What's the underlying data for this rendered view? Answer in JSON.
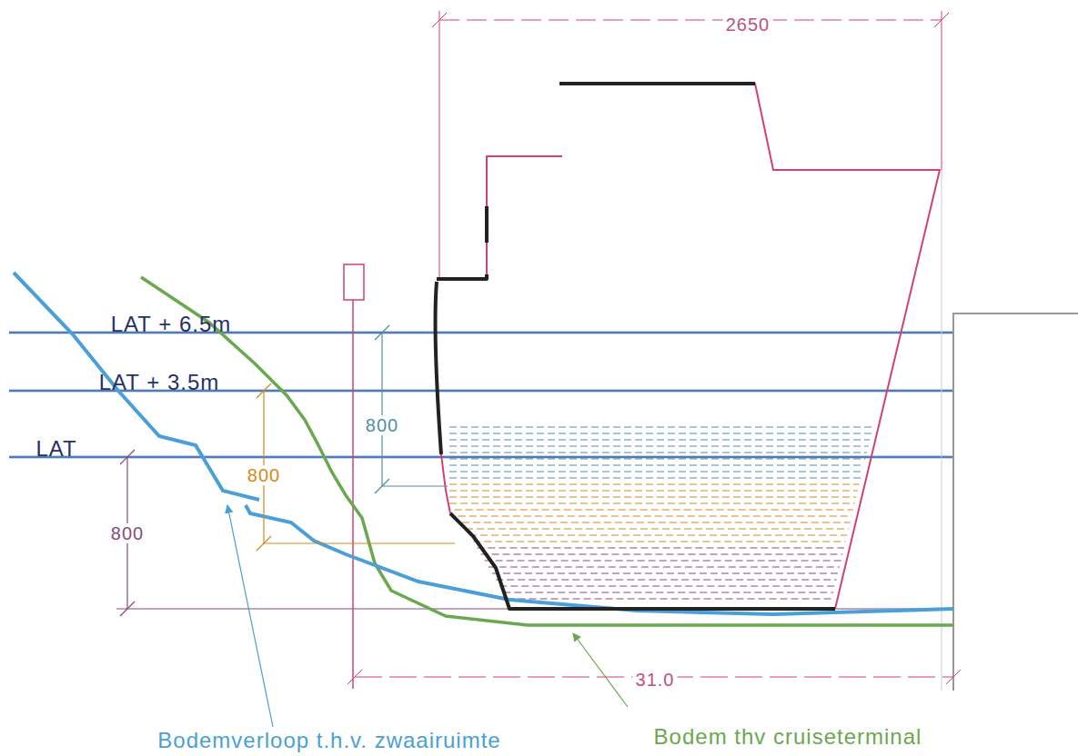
{
  "diagram": {
    "labels": [
      "2650",
      "LAT + 6.5m",
      "LAT + 3.5m",
      "LAT",
      "800",
      "800",
      "800",
      "31.0",
      "Bodemverloop t.h.v. zwaairuimte",
      "Bodem thv cruiseterminal"
    ]
  }
}
